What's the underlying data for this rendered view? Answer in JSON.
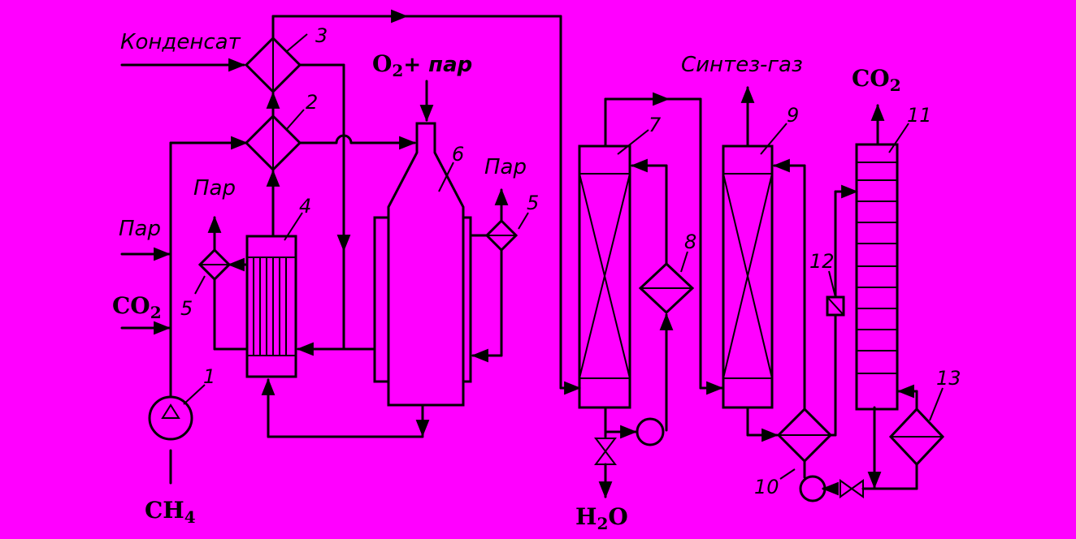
{
  "labels": {
    "condensate": "Конденсат",
    "o2_steam": "O",
    "o2_steam_sub": "2",
    "o2_steam_rest": "+ пар",
    "synthesis_gas": "Синтез-газ",
    "co2_top": "CO",
    "co2_top_sub": "2",
    "steam_left": "Пар",
    "steam_5a": "Пар",
    "steam_5b": "Пар",
    "co2_left": "CO",
    "co2_left_sub": "2",
    "ch4": "CH",
    "ch4_sub": "4",
    "h2o": "H",
    "h2o_sub": "2",
    "h2o_rest": "O"
  },
  "numbers": {
    "n1": "1",
    "n2": "2",
    "n3": "3",
    "n4": "4",
    "n5a": "5",
    "n5b": "5",
    "n6": "6",
    "n7": "7",
    "n8": "8",
    "n9": "9",
    "n10": "10",
    "n11": "11",
    "n12": "12",
    "n13": "13"
  },
  "colors": {
    "background": "#ff00ff",
    "ink": "#000000"
  }
}
